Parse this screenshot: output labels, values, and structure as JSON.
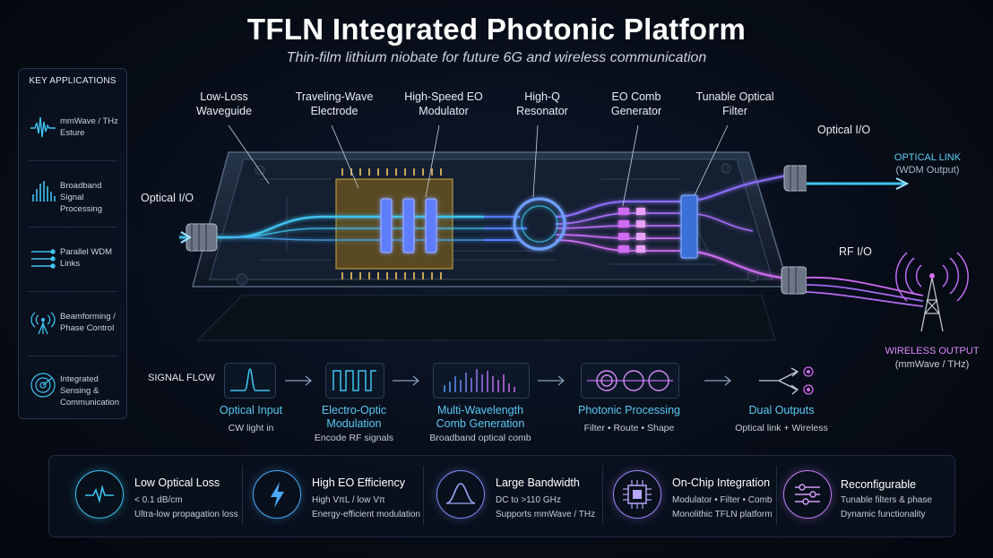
{
  "title": "TFLN Integrated Photonic Platform",
  "subtitle": "Thin-film lithium niobate for future 6G and wireless communication",
  "applications": {
    "title": "KEY APPLICATIONS",
    "items": [
      {
        "label": "mmWave / THz Esture",
        "icon": "waveform-icon"
      },
      {
        "label": "Broadband Signal Processing",
        "icon": "spectrum-bars-icon"
      },
      {
        "label": "Parallel WDM Links",
        "icon": "parallel-lines-icon"
      },
      {
        "label": "Beamforming / Phase Control",
        "icon": "antenna-icon"
      },
      {
        "label": "Integrated Sensing & Communication",
        "icon": "radar-icon"
      }
    ]
  },
  "components": {
    "waveguide": "Low-Loss Waveguide",
    "electrode": "Traveling-Wave Electrode",
    "modulator": "High-Speed EO Modulator",
    "resonator": "High-Q Resonator",
    "comb": "EO Comb Generator",
    "filter": "Tunable Optical Filter"
  },
  "io": {
    "optical_in": "Optical I/O",
    "optical_out": "Optical I/O",
    "rf": "RF I/O",
    "optical_link_title": "OPTICAL LINK",
    "optical_link_sub": "(WDM Output)",
    "wireless_title": "WIRELESS OUTPUT",
    "wireless_sub": "(mmWave / THz)"
  },
  "signal_flow": {
    "label": "SIGNAL FLOW",
    "steps": [
      {
        "title": "Optical Input",
        "sub": "CW light in",
        "icon": "pulse-icon"
      },
      {
        "title": "Electro-Optic Modulation",
        "sub": "Encode RF signals",
        "icon": "square-wave-icon"
      },
      {
        "title": "Multi-Wavelength Comb Generation",
        "sub": "Broadband optical comb",
        "icon": "comb-lines-icon"
      },
      {
        "title": "Photonic Processing",
        "sub": "Filter • Route • Shape",
        "icon": "ring-filters-icon"
      },
      {
        "title": "Dual Outputs",
        "sub": "Optical link + Wireless",
        "icon": "split-output-icon"
      }
    ]
  },
  "features": [
    {
      "title": "Low Optical Loss",
      "line1": "< 0.1 dB/cm",
      "line2": "Ultra-low propagation loss",
      "icon": "heartbeat-icon",
      "color": "#3fc3f0"
    },
    {
      "title": "High EO Efficiency",
      "line1": "High VπL / low Vπ",
      "line2": "Energy-efficient modulation",
      "icon": "lightning-icon",
      "color": "#4aa8f5"
    },
    {
      "title": "Large Bandwidth",
      "line1": "DC to >110 GHz",
      "line2": "Supports mmWave / THz",
      "icon": "bell-curve-icon",
      "color": "#7c8cf5"
    },
    {
      "title": "On-Chip Integration",
      "line1": "Modulator • Filter • Comb",
      "line2": "Monolithic TFLN platform",
      "icon": "chip-icon",
      "color": "#9c86f5"
    },
    {
      "title": "Reconfigurable",
      "line1": "Tunable filters & phase",
      "line2": "Dynamic functionality",
      "icon": "sliders-icon",
      "color": "#c07cf2"
    }
  ],
  "colors": {
    "cyan": "#3fc3f0",
    "blue": "#4f7dff",
    "magenta": "#d06cf2",
    "background": "#070d18"
  }
}
